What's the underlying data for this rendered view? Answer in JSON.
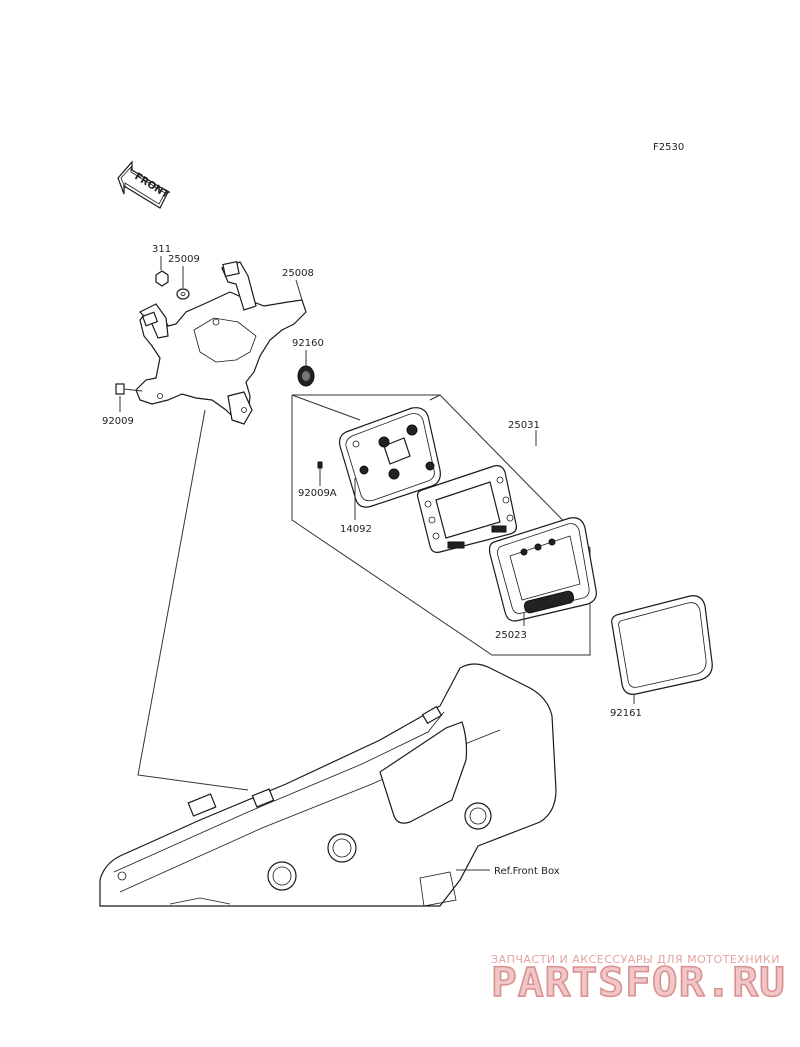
{
  "figure_code": "F2530",
  "front_arrow_label": "FRONT",
  "callouts": {
    "p311": "311",
    "p25009": "25009",
    "p25008": "25008",
    "p92160": "92160",
    "p92009": "92009",
    "p25031": "25031",
    "p92009A": "92009A",
    "p14092": "14092",
    "p25023": "25023",
    "p92161": "92161"
  },
  "reference_note": "Ref.Front Box",
  "watermark": {
    "tagline": "ЗАПЧАСТИ И АКСЕССУАРЫ ДЛЯ МОТОТЕХНИКИ",
    "brand": "PARTSFOR.RU"
  }
}
